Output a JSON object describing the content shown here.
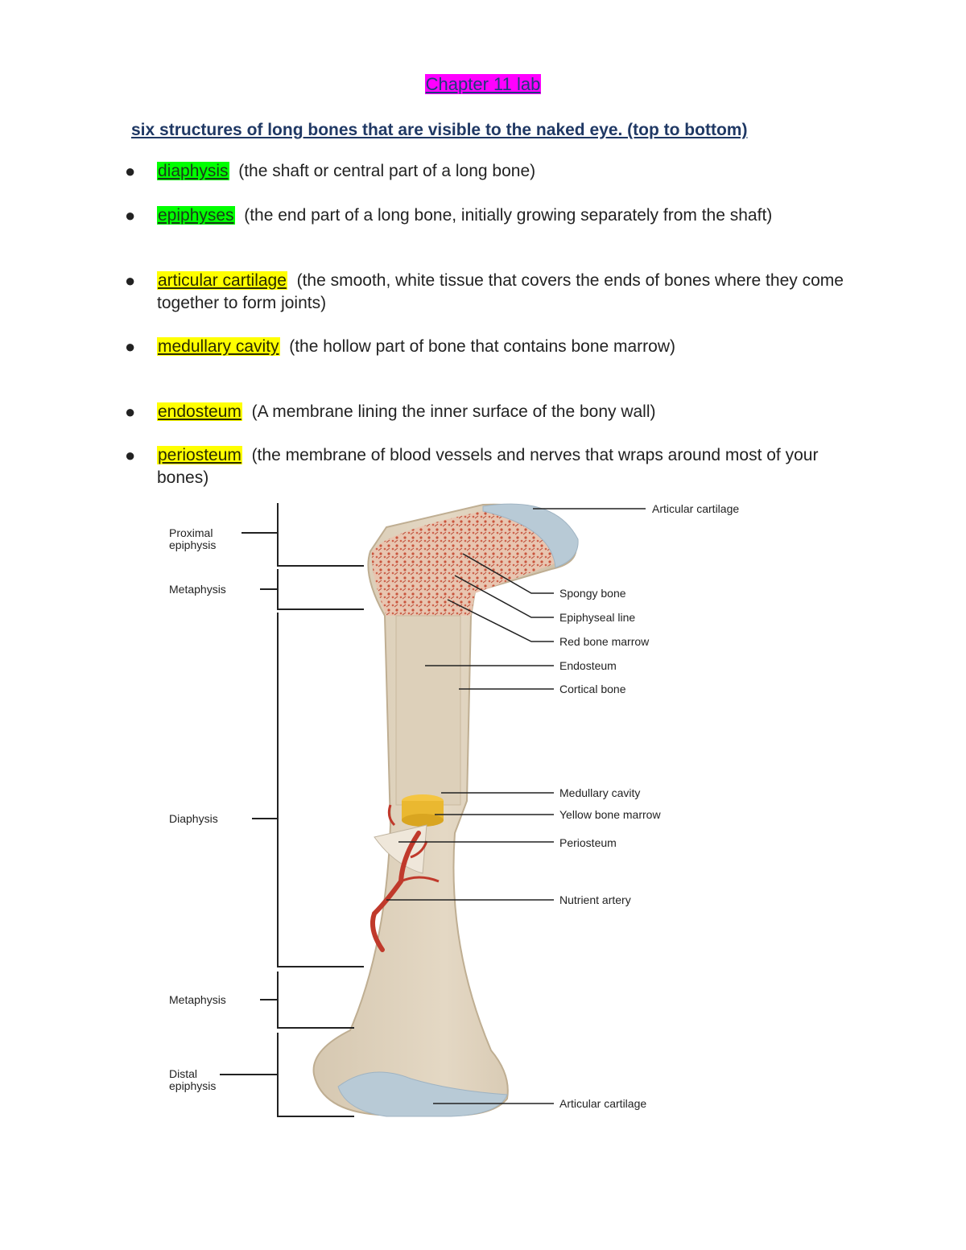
{
  "title": "Chapter 11 lab",
  "subtitle": "six structures of long bones that are visible to the naked eye. (top to bottom)",
  "bullets": [
    {
      "term": "diaphysis",
      "desc": "(the shaft or central part of a long bone)",
      "color": "#00ff00"
    },
    {
      "term": "epiphyses",
      "desc": "(the end part of a long bone, initially growing separately from the shaft)",
      "color": "#00ff00"
    },
    {
      "term": "articular cartilage",
      "desc": "(the smooth, white tissue that covers the ends of bones where they come together to form joints)",
      "color": "#ffff00"
    },
    {
      "term": "medullary cavity",
      "desc": "(the hollow part of bone that contains bone marrow)",
      "color": "#ffff00"
    },
    {
      "term": "endosteum",
      "desc": "(A membrane lining the inner surface of the bony wall)",
      "color": "#ffff00"
    },
    {
      "term": "periosteum",
      "desc": "(the membrane of blood vessels and nerves that wraps around most of your bones)",
      "color": "#ffff00"
    }
  ],
  "figure": {
    "left_labels": {
      "proximal_1": "Proximal",
      "proximal_2": "epiphysis",
      "metaphysis_top": "Metaphysis",
      "diaphysis": "Diaphysis",
      "metaphysis_bottom": "Metaphysis",
      "distal_1": "Distal",
      "distal_2": "epiphysis"
    },
    "right_labels": {
      "articular_top": "Articular cartilage",
      "spongy": "Spongy bone",
      "epiphyseal": "Epiphyseal line",
      "red_marrow": "Red bone marrow",
      "endosteum": "Endosteum",
      "cortical": "Cortical bone",
      "medullary": "Medullary cavity",
      "yellow_marrow": "Yellow bone marrow",
      "periosteum": "Periosteum",
      "nutrient": "Nutrient artery",
      "articular_bottom": "Articular cartilage"
    }
  }
}
